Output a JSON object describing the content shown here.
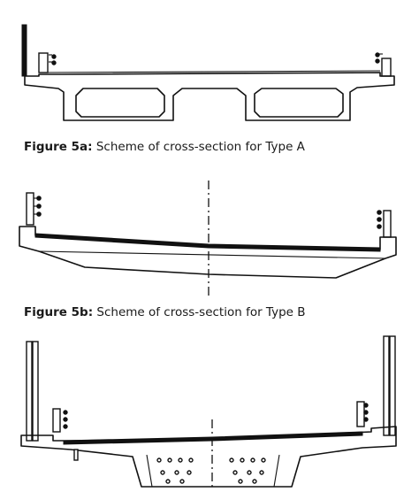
{
  "figures": [
    {
      "label": "Figure 5a:",
      "caption": "Scheme of cross-section for Type A"
    },
    {
      "label": "Figure 5b:",
      "caption": "Scheme of cross-section for Type B"
    },
    {
      "label": "",
      "caption": ""
    }
  ]
}
